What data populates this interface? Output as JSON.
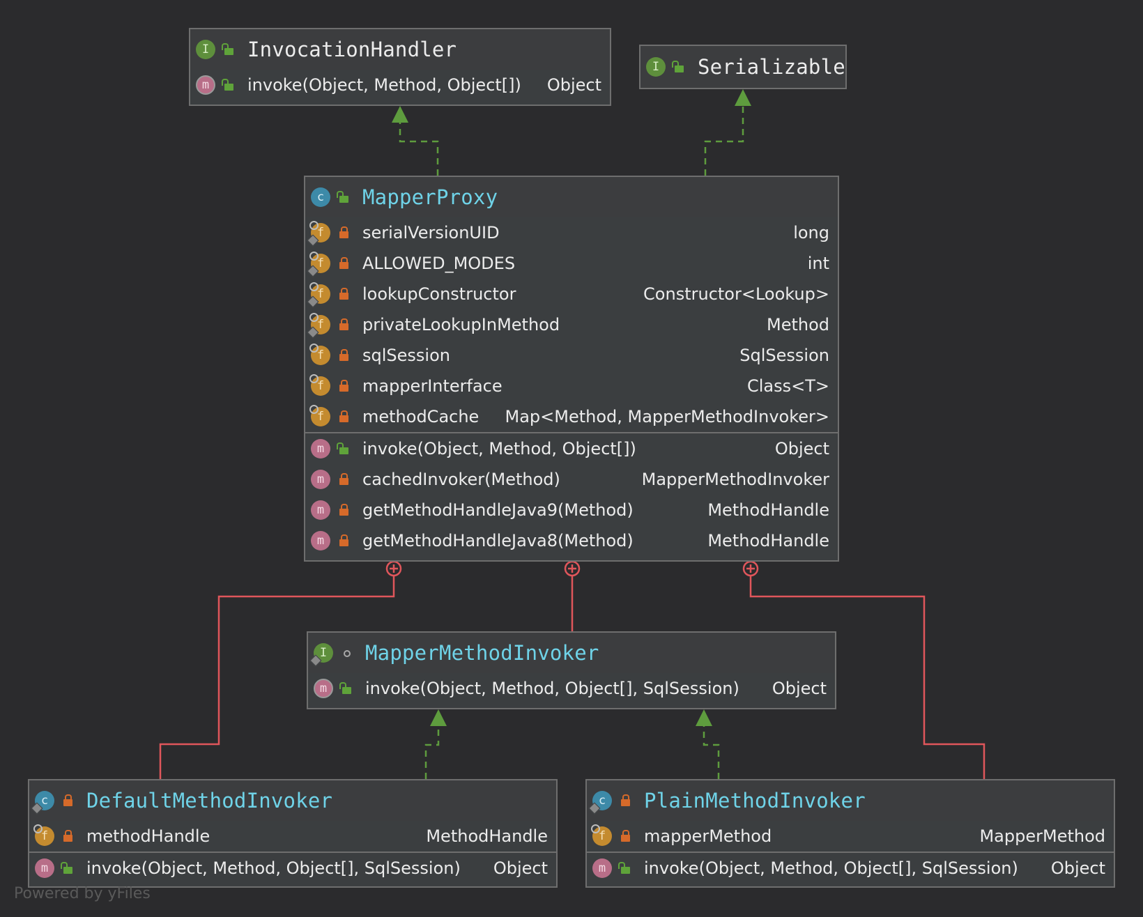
{
  "nodes": {
    "invocation_handler": {
      "title": "InvocationHandler",
      "kind_icon": "interface-icon",
      "methods": [
        {
          "name": "invoke(Object, Method, Object[])",
          "type": "Object"
        }
      ]
    },
    "serializable": {
      "title": "Serializable",
      "kind_icon": "interface-icon"
    },
    "mapper_proxy": {
      "title": "MapperProxy",
      "kind_icon": "class-icon",
      "fields": [
        {
          "name": "serialVersionUID",
          "type": "long"
        },
        {
          "name": "ALLOWED_MODES",
          "type": "int"
        },
        {
          "name": "lookupConstructor",
          "type": "Constructor<Lookup>"
        },
        {
          "name": "privateLookupInMethod",
          "type": "Method"
        },
        {
          "name": "sqlSession",
          "type": "SqlSession"
        },
        {
          "name": "mapperInterface",
          "type": "Class<T>"
        },
        {
          "name": "methodCache",
          "type": "Map<Method, MapperMethodInvoker>"
        }
      ],
      "methods": [
        {
          "name": "invoke(Object, Method, Object[])",
          "type": "Object"
        },
        {
          "name": "cachedInvoker(Method)",
          "type": "MapperMethodInvoker"
        },
        {
          "name": "getMethodHandleJava9(Method)",
          "type": "MethodHandle"
        },
        {
          "name": "getMethodHandleJava8(Method)",
          "type": "MethodHandle"
        }
      ]
    },
    "mapper_method_invoker": {
      "title": "MapperMethodInvoker",
      "kind_icon": "interface-icon",
      "methods": [
        {
          "name": "invoke(Object, Method, Object[], SqlSession)",
          "type": "Object"
        }
      ]
    },
    "default_method_invoker": {
      "title": "DefaultMethodInvoker",
      "kind_icon": "class-icon",
      "fields": [
        {
          "name": "methodHandle",
          "type": "MethodHandle"
        }
      ],
      "methods": [
        {
          "name": "invoke(Object, Method, Object[], SqlSession)",
          "type": "Object"
        }
      ]
    },
    "plain_method_invoker": {
      "title": "PlainMethodInvoker",
      "kind_icon": "class-icon",
      "fields": [
        {
          "name": "mapperMethod",
          "type": "MapperMethod"
        }
      ],
      "methods": [
        {
          "name": "invoke(Object, Method, Object[], SqlSession)",
          "type": "Object"
        }
      ]
    }
  },
  "edges": [
    {
      "from": "MapperProxy",
      "to": "InvocationHandler",
      "kind": "implements"
    },
    {
      "from": "MapperProxy",
      "to": "Serializable",
      "kind": "implements"
    },
    {
      "from": "MapperProxy",
      "to": "DefaultMethodInvoker",
      "kind": "inner-class"
    },
    {
      "from": "MapperProxy",
      "to": "MapperMethodInvoker",
      "kind": "inner-class"
    },
    {
      "from": "MapperProxy",
      "to": "PlainMethodInvoker",
      "kind": "inner-class"
    },
    {
      "from": "DefaultMethodInvoker",
      "to": "MapperMethodInvoker",
      "kind": "implements"
    },
    {
      "from": "PlainMethodInvoker",
      "to": "MapperMethodInvoker",
      "kind": "implements"
    }
  ],
  "colors": {
    "background": "#2b2b2d",
    "implements_edge": "#5e9c3e",
    "inner_class_edge": "#e0565b",
    "accent_title": "#6fd3e8"
  },
  "watermark": "Powered by yFiles"
}
